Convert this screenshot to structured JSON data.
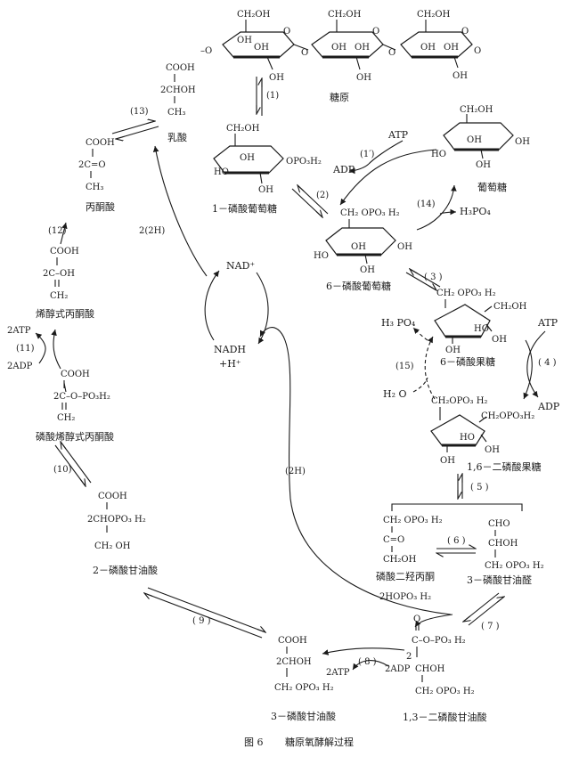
{
  "glycogen": {
    "ch2oh": "CH₂OH",
    "oh": "OH",
    "o": "O",
    "end_left": "–O",
    "end_right": "O",
    "label": "糖原"
  },
  "steps": {
    "s1": "(1)",
    "s1p": "(1′)",
    "s2": "(2)",
    "s3": "( 3 )",
    "s4": "( 4 )",
    "s5": "( 5 )",
    "s6": "( 6 )",
    "s7": "( 7 )",
    "s8": "( 8 )",
    "s9": "( 9 )",
    "s10": "(10)",
    "s11": "(11)",
    "s12": "(12)",
    "s13": "(13)",
    "s14": "(14)",
    "s15": "(15)"
  },
  "g1p": {
    "ch2oh": "CH₂OH",
    "oh_in": "OH",
    "oh1": "HO",
    "oh2": "OH",
    "opo3": "OPO₃H₂",
    "label": "1－磷酸葡萄糖"
  },
  "glucose": {
    "ch2oh": "CH₂OH",
    "oh1": "HO",
    "oh2": "OH",
    "oh3": "OH",
    "oh4": "OH",
    "label": "葡萄糖"
  },
  "atp1": "ATP",
  "adp1": "ADP",
  "g6p": {
    "ch2opo3": "CH₂ OPO₃ H₂",
    "oh1": "HO",
    "oh2": "OH",
    "oh3": "OH",
    "oh4": "OH",
    "label": "6－磷酸葡萄糖"
  },
  "h3po4_14": "H₃PO₄",
  "f6p": {
    "ch2opo3": "CH₂ OPO₃ H₂",
    "ch2oh": "CH₂OH",
    "oh1": "HO",
    "oh2": "OH",
    "oh3": "OH",
    "label": "6－磷酸果糖"
  },
  "atp4": "ATP",
  "adp4": "ADP",
  "h3po4_15": "H₃ PO₄",
  "h2o_15": "H₂ O",
  "fbp": {
    "left": "CH₂OPO₃ H₂",
    "right": "CH₂OPO₃H₂",
    "oh1": "HO",
    "oh2": "OH",
    "oh3": "OH",
    "label": "1,6－二磷酸果糖"
  },
  "dhap": {
    "l1": "CH₂ OPO₃ H₂",
    "l2": "C=O",
    "l3": "CH₂OH",
    "label": "磷酸二羟丙酮"
  },
  "g3p": {
    "l1": "CHO",
    "l2": "CHOH",
    "l3": "CH₂ OPO₃ H₂",
    "label": "3－磷酸甘油醛"
  },
  "p2": "2HOPO₃ H₂",
  "bpg": {
    "l0": "O",
    "l1": "C–O–PO₃ H₂",
    "two": "2",
    "adp": "2ADP",
    "l2": "CHOH",
    "l3": "CH₂ OPO₃ H₂",
    "label": "1,3－二磷酸甘油酸"
  },
  "atp8": "2ATP",
  "pg3": {
    "l1": "COOH",
    "l2": "2CHOH",
    "l3": "CH₂ OPO₃ H₂",
    "label": "3－磷酸甘油酸"
  },
  "pg2": {
    "l1": "COOH",
    "l2": "2CHOPO₃ H₂",
    "l3": "CH₂ OH",
    "label": "2－磷酸甘油酸"
  },
  "pep": {
    "l1": "COOH",
    "l2": "2C–O–PO₃H₂",
    "l3": "CH₂",
    "label": "磷酸烯醇式丙酮酸"
  },
  "atp11": "2ATP",
  "adp11": "2ADP",
  "enol": {
    "l1": "COOH",
    "l2": "2C–OH",
    "l3": "CH₂",
    "label": "烯醇式丙酮酸"
  },
  "pyruvate": {
    "l1": "COOH",
    "l2": "2C=O",
    "l3": "CH₃",
    "label": "丙酮酸"
  },
  "lactate": {
    "l1": "COOH",
    "l2": "2CHOH",
    "l3": "CH₃",
    "label": "乳酸"
  },
  "nad": "NAD⁺",
  "nadh": "NADH",
  "h_plus": "+H⁺",
  "h2_left": "2(2H)",
  "h2_mid": "(2H)",
  "caption": {
    "fig": "图 6",
    "title": "糖原氧酵解过程"
  }
}
